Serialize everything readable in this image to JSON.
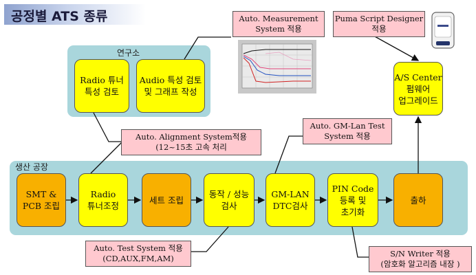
{
  "title": "공정별 ATS 종류",
  "research_panel": {
    "label": "연구소"
  },
  "production_panel": {
    "label": "생산 공장"
  },
  "research_boxes": [
    {
      "label": "Radio 튜너\n특성 검토"
    },
    {
      "label": "Audio 특성 검토\n및 그래프 작성"
    }
  ],
  "process_steps": [
    {
      "label": "SMT &\nPCB 조립",
      "color": "#f8b000"
    },
    {
      "label": "Radio\n튜너조정",
      "color": "#ffff00"
    },
    {
      "label": "세트 조립",
      "color": "#f8b000"
    },
    {
      "label": "동작 / 성능\n검사",
      "color": "#ffff00"
    },
    {
      "label": "GM-LAN\nDTC검사",
      "color": "#ffff00"
    },
    {
      "label": "PIN Code\n등록 및\n초기화",
      "color": "#ffff00"
    },
    {
      "label": "출하",
      "color": "#f8b000"
    }
  ],
  "as_center": {
    "label": "A/S Center\n펌웨어\n업그레이드"
  },
  "notes": {
    "measurement": "Auto. Measurement\nSystem 적용",
    "puma": "Puma Script Designer\n적용",
    "alignment": "Auto. Alignment System적용\n(12~15초 고속 처리",
    "gmlan": "Auto. GM-Lan Test\nSystem 적용",
    "test_system": "Auto. Test System  적용\n(CD,AUX,FM,AM)",
    "sn_writer": "S/N Writer 적용\n(암호화 알고리즘 내장 )"
  },
  "icons": [
    "measurement-graph-image",
    "usb-device-image",
    "right-arrow-icon",
    "up-arrow-icon"
  ]
}
